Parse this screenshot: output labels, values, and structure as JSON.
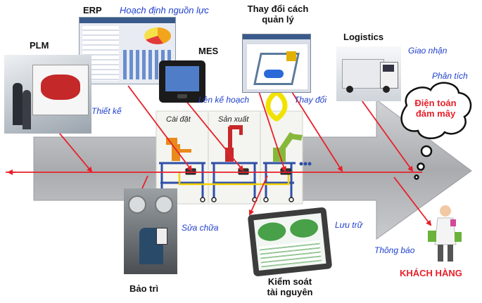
{
  "labels": {
    "erp": "ERP",
    "hoach_dinh": "Hoạch định nguồn lực",
    "thay_doi_quan_ly_1": "Thay đổi cách",
    "thay_doi_quan_ly_2": "quản lý",
    "logistics": "Logistics",
    "giao_nhan": "Giao nhận",
    "plm": "PLM",
    "mes": "MES",
    "phan_tich": "Phân tích",
    "thiet_ke": "Thiết kế",
    "len_ke_hoach": "Lên kế hoạch",
    "thay_doi": "Thay đổi",
    "cai_dat": "Cài đặt",
    "san_xuat": "Sản xuất",
    "cloud_1": "Điện toán",
    "cloud_2": "đám mây",
    "sua_chua": "Sửa chữa",
    "luu_tru": "Lưu trữ",
    "thong_bao": "Thông báo",
    "khach_hang": "KHÁCH HÀNG",
    "bao_tri": "Bảo trì",
    "kiem_soat_1": "Kiểm soát",
    "kiem_soat_2": "tài nguyên"
  },
  "colors": {
    "arrow_gray": "#b3b5b8",
    "line_red": "#e8202a",
    "label_blue": "#1f3fcc",
    "conveyor_blue": "#2f4fa8",
    "robot_orange": "#e88a1c",
    "robot_red": "#c8282a",
    "robot_green": "#86b83a",
    "rail_yellow": "#f2cf00"
  }
}
